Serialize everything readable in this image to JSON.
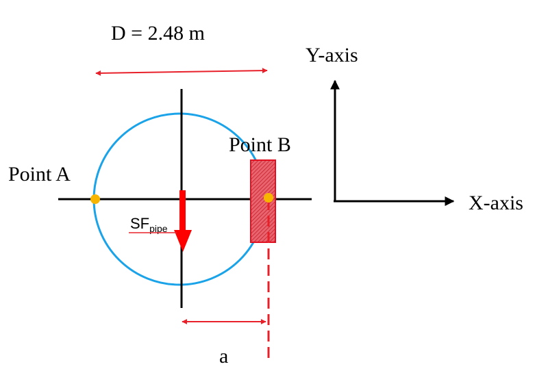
{
  "labels": {
    "diameter": "D = 2.48 m",
    "y_axis": "Y-axis",
    "x_axis": "X-axis",
    "point_a": "Point A",
    "point_b": "Point B",
    "sf_main": "SF",
    "sf_sub": "pipe",
    "distance": "a"
  },
  "colors": {
    "circle": "#1aa3e8",
    "dimension": "#e8202a",
    "force": "#ff0000",
    "block_fill": "#e8646e",
    "block_stroke": "#e01020",
    "point": "#f7b500",
    "axis": "#000000"
  }
}
